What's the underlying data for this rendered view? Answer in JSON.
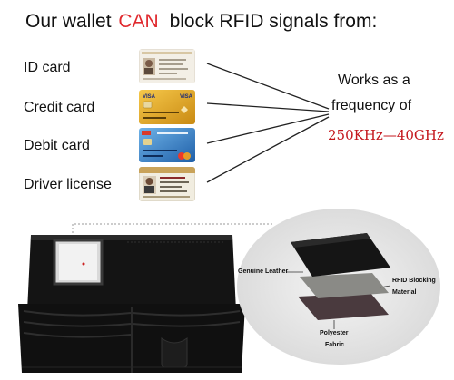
{
  "headline": {
    "prefix": "Our wallet",
    "emphasis": "CAN",
    "suffix": "block RFID signals from:"
  },
  "cards": [
    {
      "label": "ID card"
    },
    {
      "label": "Credit card"
    },
    {
      "label": "Debit card"
    },
    {
      "label": "Driver license"
    }
  ],
  "frequency": {
    "line1": "Works as a",
    "line2": "frequency of",
    "range": "250KHz—40GHz"
  },
  "layers": {
    "genuine_leather": "Genuine Leather",
    "rfid_blocking_1": "RFID Blocking",
    "rfid_blocking_2": "Material",
    "polyester_1": "Polyester",
    "polyester_2": "Fabric"
  },
  "colors": {
    "emphasis": "#e0292e",
    "frequency_range": "#c4161c"
  }
}
